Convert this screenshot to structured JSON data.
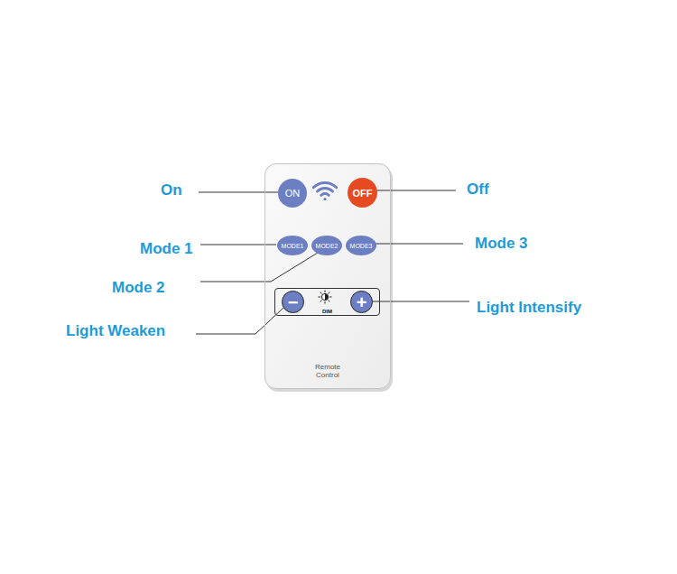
{
  "diagram": {
    "nodes": [
      {
        "text": [
          "Remote Control"
        ]
      },
      {
        "text": [
          "ON"
        ],
        "in": 0
      },
      {
        "text": [
          "OFF"
        ],
        "in": 0
      },
      {
        "text": [
          "MODE1"
        ],
        "in": 0
      },
      {
        "text": [
          "MODE2"
        ],
        "in": 0
      },
      {
        "text": [
          "MODE3"
        ],
        "in": 0
      },
      {
        "text": [
          "DIM"
        ],
        "in": 0
      },
      {
        "text": [
          "−"
        ],
        "in": 6
      },
      {
        "text": [
          "+"
        ],
        "in": 6
      }
    ],
    "labels": [
      "On",
      "Off",
      "Mode 1",
      "Mode 2",
      "Mode 3",
      "Light Weaken",
      "Light Intensify"
    ]
  }
}
